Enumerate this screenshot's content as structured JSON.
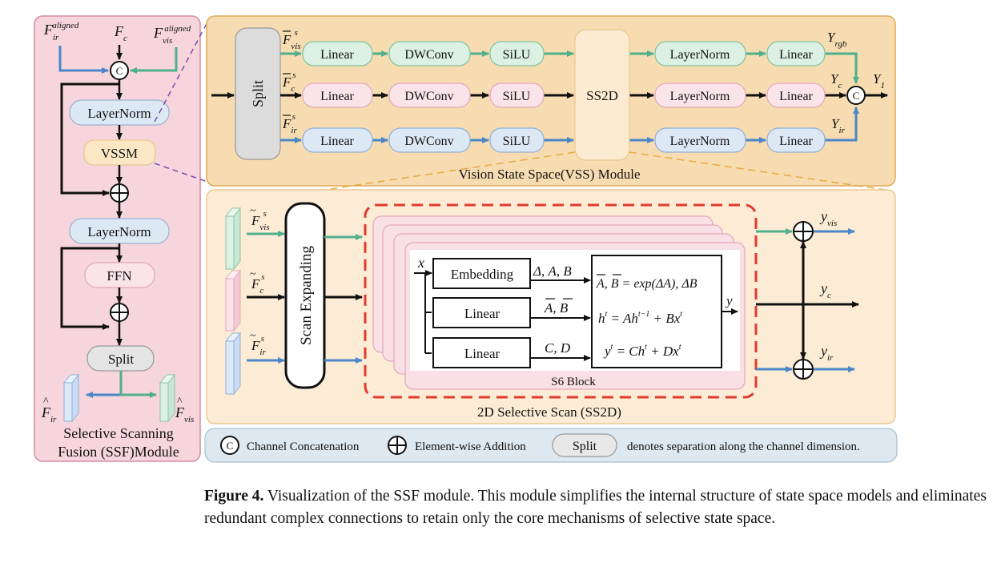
{
  "ssf": {
    "title_line1": "Selective Scanning",
    "title_line2": "Fusion (SSF)Module",
    "in_ir_base": "F",
    "in_ir_sub": "ir",
    "in_ir_sup": "aligned",
    "in_c_base": "F",
    "in_c_sub": "c",
    "in_vis_base": "F",
    "in_vis_sub": "vis",
    "in_vis_sup": "aligned",
    "concat_symbol": "C",
    "layernorm1": "LayerNorm",
    "vssm": "VSSM",
    "layernorm2": "LayerNorm",
    "ffn": "FFN",
    "split": "Split",
    "out_ir_base": "F",
    "out_ir_sub": "ir",
    "out_vis_base": "F",
    "out_vis_sub": "vis"
  },
  "vss": {
    "title": "Vision State Space(VSS) Module",
    "split": "Split",
    "in_vis": {
      "base": "F",
      "sub": "vis",
      "sup": "s"
    },
    "in_c": {
      "base": "F",
      "sub": "c",
      "sup": "s"
    },
    "in_ir": {
      "base": "F",
      "sub": "ir",
      "sup": "s"
    },
    "linear": "Linear",
    "dwconv": "DWConv",
    "silu": "SiLU",
    "ss2d": "SS2D",
    "layernorm": "LayerNorm",
    "out_rgb": {
      "base": "Y",
      "sub": "rgb"
    },
    "out_c": {
      "base": "Y",
      "sub": "c"
    },
    "out_ir": {
      "base": "Y",
      "sub": "ir"
    },
    "out_1": {
      "base": "Y",
      "sub": "1"
    },
    "concat_symbol": "C"
  },
  "ss2d": {
    "title": "2D Selective Scan (SS2D)",
    "scan_expanding": "Scan Expanding",
    "in_vis": {
      "base": "F",
      "sub": "vis",
      "sup": "s"
    },
    "in_c": {
      "base": "F",
      "sub": "c",
      "sup": "s"
    },
    "in_ir": {
      "base": "F",
      "sub": "ir",
      "sup": "s"
    },
    "x_label": "x",
    "embedding": "Embedding",
    "linear1": "Linear",
    "linear2": "Linear",
    "params1": "Δ, A, B",
    "params2": "A, B",
    "params3": "C, D",
    "eq1": "A, B = exp(ΔA), ΔB",
    "eq2": "h = Ah + Bx",
    "eq2_sup1": "t",
    "eq2_sup2": "t−1",
    "eq2_sup3": "t",
    "eq3": "y = Ch + Dx",
    "eq3_sup": "t",
    "y_label": "y",
    "s6_block": "S6 Block",
    "out_vis": {
      "base": "y",
      "sub": "vis"
    },
    "out_c": {
      "base": "y",
      "sub": "c"
    },
    "out_ir": {
      "base": "y",
      "sub": "ir"
    }
  },
  "legend": {
    "concat_symbol": "C",
    "concat_text": "Channel Concatenation",
    "add_text": "Element-wise Addition",
    "split_label": "Split",
    "split_text": "denotes separation along the channel dimension."
  },
  "caption": {
    "label": "Figure 4.",
    "text": "Visualization of the SSF module. This module simplifies the internal structure of state space models and eliminates redundant complex connections to retain only the core mechanisms of selective state space."
  },
  "colors": {
    "green": "#4fb08c",
    "blue": "#4a86c8",
    "ssf_bg": "#f6d5dc",
    "vss_bg": "#f6dcb0",
    "ss2d_bg": "#fcecd5",
    "legend_bg": "#dde8f0",
    "red_dash": "#e03a2e"
  }
}
